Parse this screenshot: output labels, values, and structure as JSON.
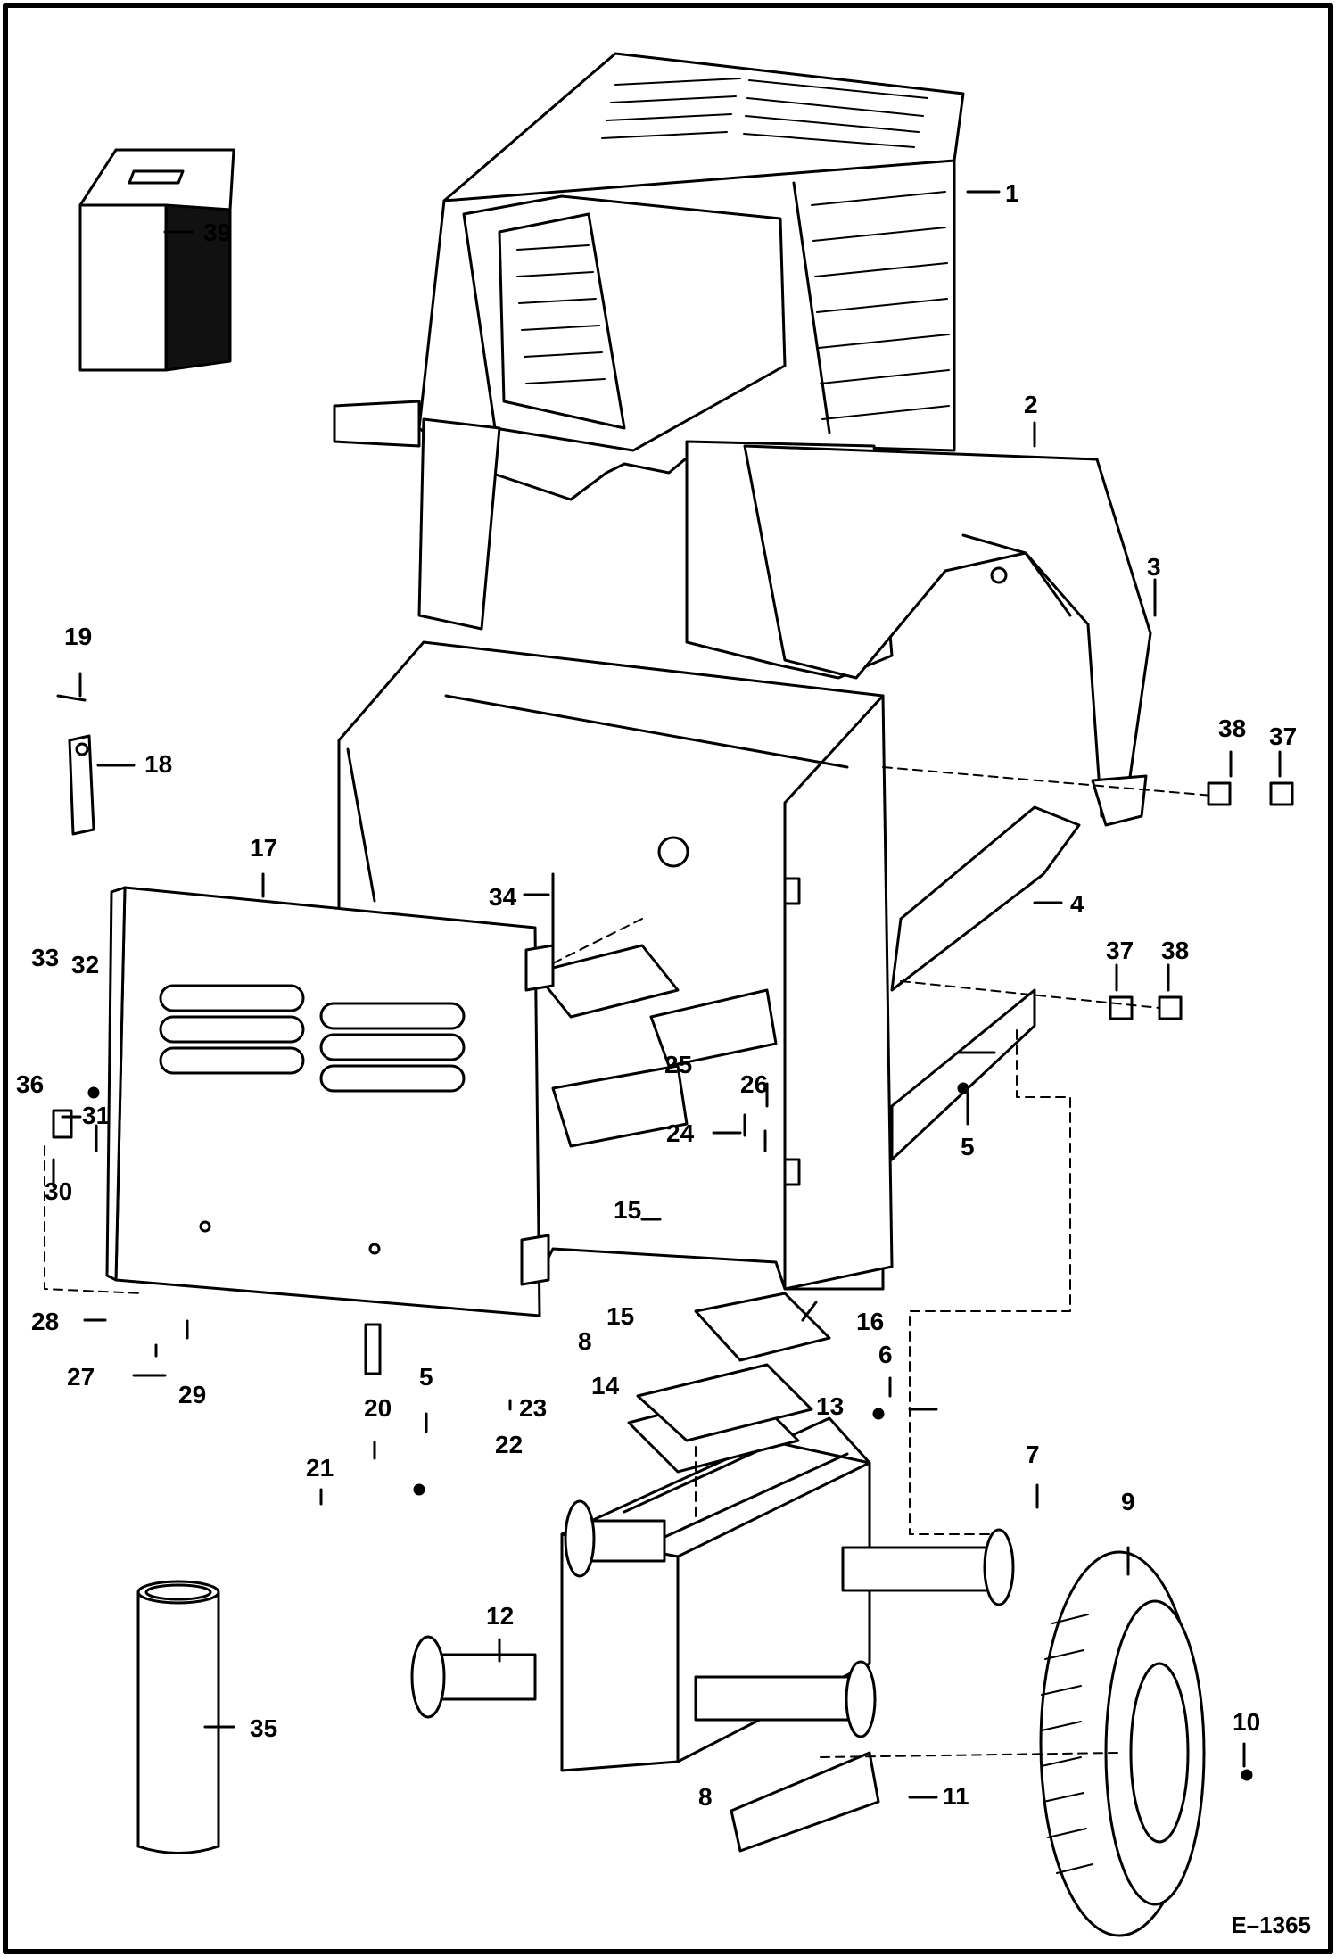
{
  "figure_code": "E–1365",
  "callouts": [
    "1",
    "2",
    "3",
    "4",
    "5",
    "5",
    "6",
    "7",
    "8",
    "8",
    "9",
    "10",
    "11",
    "12",
    "13",
    "14",
    "15",
    "15",
    "16",
    "17",
    "18",
    "19",
    "20",
    "21",
    "22",
    "23",
    "24",
    "25",
    "26",
    "27",
    "28",
    "29",
    "30",
    "31",
    "32",
    "33",
    "34",
    "35",
    "36",
    "37",
    "37",
    "38",
    "38",
    "39"
  ]
}
